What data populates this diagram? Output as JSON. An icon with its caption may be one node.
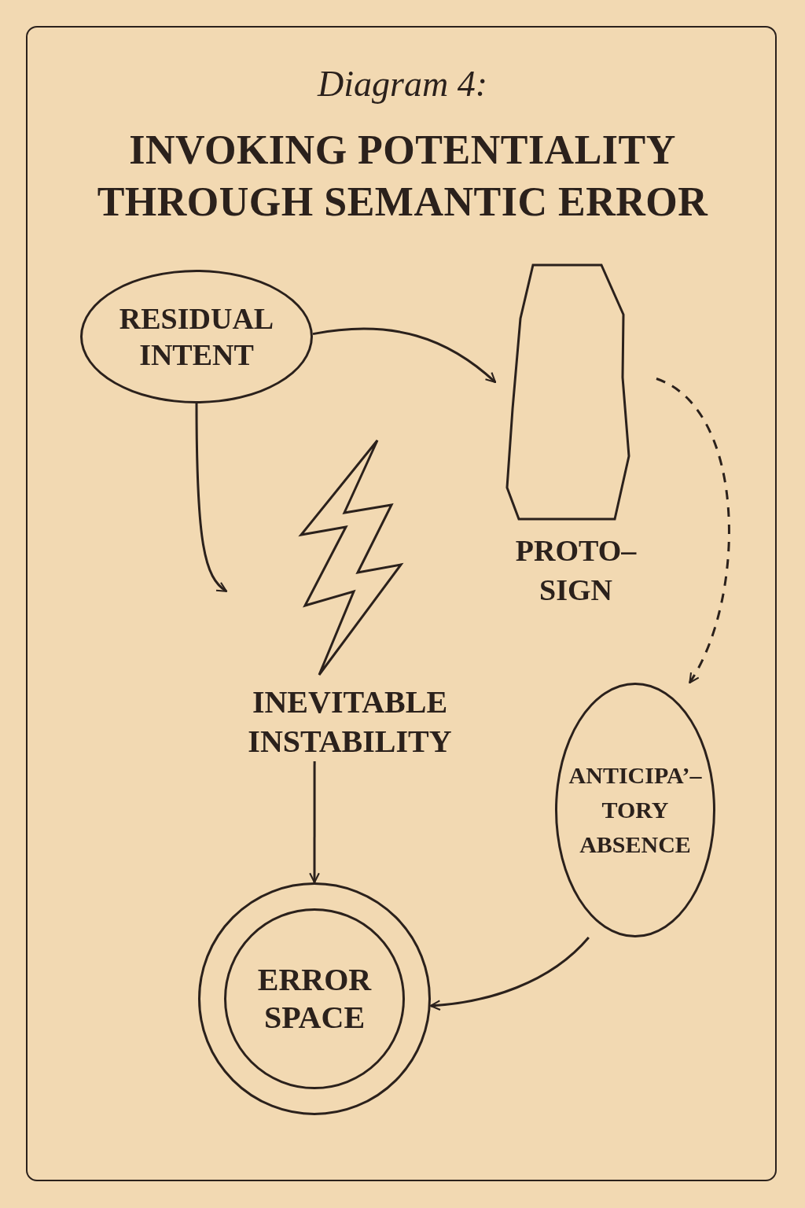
{
  "diagram": {
    "title": "INVOKING POTENTIALITY THROUGH SEMANTIC ERROR",
    "nodes": [
      {
        "text": [
          "RESIDUAL INTENT"
        ]
      },
      {
        "text": [
          "PROTO– SIGN"
        ]
      },
      {
        "text": [
          "INEVITABLE INSTABILITY"
        ]
      },
      {
        "text": [
          "ANTICIPA’– TORY ABSENCE"
        ]
      },
      {
        "text": [
          "ERROR SPACE"
        ]
      }
    ],
    "edges": [
      {
        "from": 0,
        "to": 1,
        "arrow": "to"
      },
      {
        "from": 1,
        "to": 3,
        "arrow": "to",
        "style": "dashed"
      },
      {
        "from": 0,
        "to": 2,
        "arrow": "to"
      },
      {
        "from": 2,
        "to": 4,
        "arrow": "to"
      },
      {
        "from": 3,
        "to": 4,
        "arrow": "to"
      }
    ],
    "labels": [
      "Diagram 4:"
    ]
  }
}
